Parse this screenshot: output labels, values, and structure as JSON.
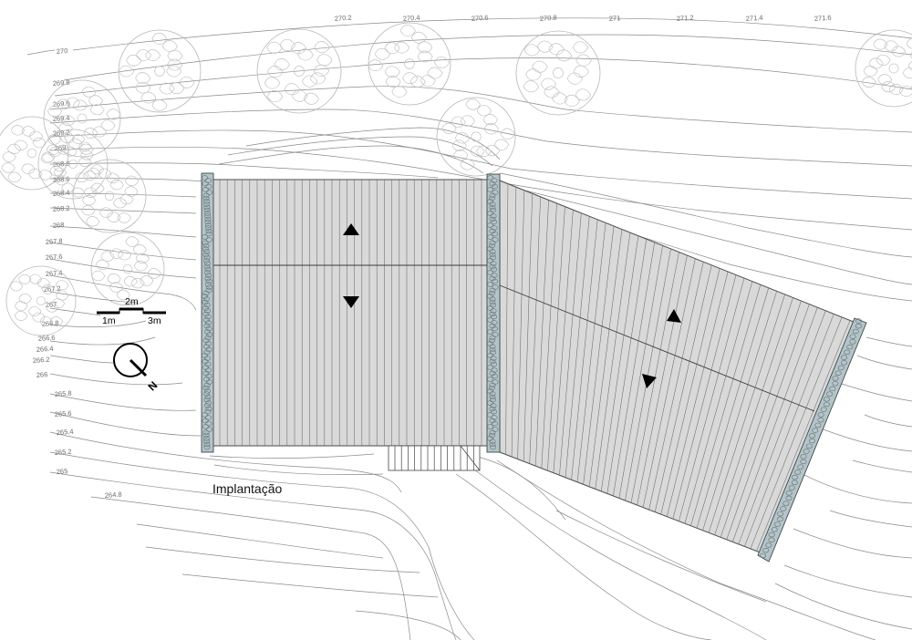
{
  "title": "Implantação",
  "contour_labels": [
    "270.2",
    "270.4",
    "270.6",
    "270.8",
    "271",
    "271.2",
    "271.4",
    "271.6",
    "270",
    "269.8",
    "269.6",
    "269.4",
    "269.2",
    "269",
    "268.8",
    "268.6",
    "268.4",
    "268.2",
    "268",
    "267.8",
    "267.6",
    "267.4",
    "267.2",
    "267",
    "266.8",
    "266.6",
    "266.4",
    "266.2",
    "266",
    "265.8",
    "265.6",
    "265.4",
    "265.2",
    "265",
    "264.8"
  ],
  "scale_bar": {
    "labels": [
      "1m",
      "2m",
      "3m"
    ]
  },
  "north_arrow": {
    "label": "N"
  },
  "roof_slope_arrows": [
    "up",
    "down",
    "up",
    "down"
  ],
  "colors": {
    "roof": "#d9d9d9",
    "stone_wall": "#b4c4c8",
    "contours": "#8a8a8a",
    "trees": "#b8b8b8"
  }
}
